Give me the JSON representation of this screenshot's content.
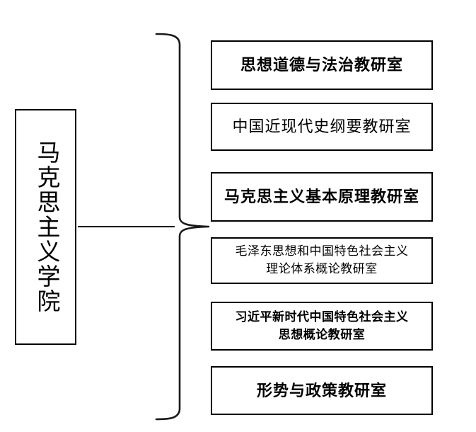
{
  "diagram": {
    "type": "organizational-chart",
    "orientation": "left-to-right",
    "connector": "curly-brace",
    "colors": {
      "background": "#ffffff",
      "stroke": "#000000",
      "text": "#000000"
    },
    "root": {
      "label": "马克思主义学院",
      "text_direction": "vertical"
    },
    "branches": [
      {
        "label": "思想道德与法治教研室",
        "lines": [
          "思想道德与法治教研室"
        ],
        "emphasis": "bold",
        "size": "large"
      },
      {
        "label": "中国近现代史纲要教研室",
        "lines": [
          "中国近现代史纲要教研室"
        ],
        "emphasis": "regular",
        "size": "large"
      },
      {
        "label": "马克思主义基本原理教研室",
        "lines": [
          "马克思主义基本原理教研室"
        ],
        "emphasis": "bold",
        "size": "large"
      },
      {
        "label": "毛泽东思想和中国特色社会主义理论体系概论教研室",
        "lines": [
          "毛泽东思想和中国特色社会主义",
          "理论体系概论教研室"
        ],
        "emphasis": "regular",
        "size": "small"
      },
      {
        "label": "习近平新时代中国特色社会主义思想概论教研室",
        "lines": [
          "习近平新时代中国特色社会主义",
          "思想概论教研室"
        ],
        "emphasis": "bold",
        "size": "small"
      },
      {
        "label": "形势与政策教研室",
        "lines": [
          "形势与政策教研室"
        ],
        "emphasis": "bold",
        "size": "large"
      }
    ]
  }
}
